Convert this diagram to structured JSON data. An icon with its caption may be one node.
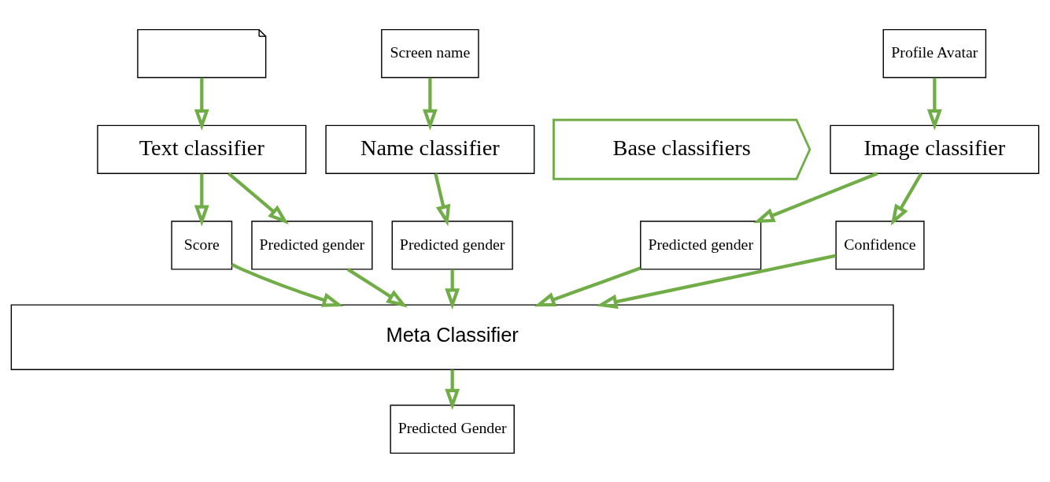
{
  "diagram": {
    "nodes": [
      {
        "text": [],
        "shape": "document"
      },
      {
        "text": [
          "Screen name"
        ]
      },
      {
        "text": [
          "Profile Avatar"
        ]
      },
      {
        "text": [
          "Base classifiers"
        ]
      },
      {
        "text": [
          "Text classifier"
        ]
      },
      {
        "text": [
          "Name classifier"
        ]
      },
      {
        "text": [
          "Image classifier"
        ]
      },
      {
        "text": [
          "Predicted gender"
        ]
      },
      {
        "text": [
          "Score"
        ]
      },
      {
        "text": [
          "Predicted gender"
        ]
      },
      {
        "text": [
          "Confidence"
        ]
      },
      {
        "text": [
          "Predicted gender"
        ]
      },
      {
        "text": [
          "Meta Classifier"
        ]
      },
      {
        "text": [
          "Predicted Gender"
        ]
      }
    ],
    "edges": [
      {
        "from": 0,
        "to": 4,
        "arrow": "to"
      },
      {
        "from": 1,
        "to": 5,
        "arrow": "to"
      },
      {
        "from": 2,
        "to": 6,
        "arrow": "to"
      },
      {
        "from": 4,
        "to": 7,
        "arrow": "to"
      },
      {
        "from": 4,
        "to": 8,
        "arrow": "to"
      },
      {
        "from": 5,
        "to": 9,
        "arrow": "to"
      },
      {
        "from": 6,
        "to": 10,
        "arrow": "to"
      },
      {
        "from": 6,
        "to": 11,
        "arrow": "to"
      },
      {
        "from": 7,
        "to": 12,
        "arrow": "to"
      },
      {
        "from": 8,
        "to": 12,
        "arrow": "to"
      },
      {
        "from": 9,
        "to": 12,
        "arrow": "to"
      },
      {
        "from": 10,
        "to": 12,
        "arrow": "to"
      },
      {
        "from": 11,
        "to": 12,
        "arrow": "to"
      },
      {
        "from": 12,
        "to": 13,
        "arrow": "to"
      }
    ]
  }
}
